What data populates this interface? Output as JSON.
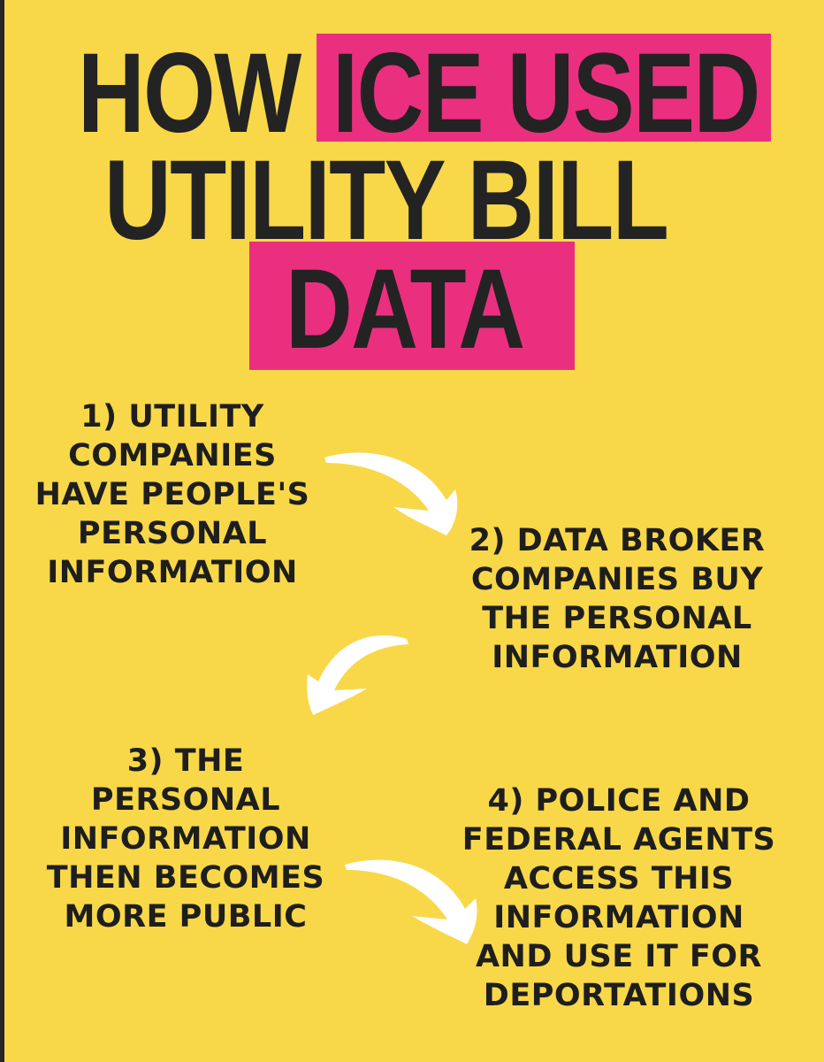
{
  "title": {
    "line1_plain": "HOW",
    "line1_highlight": "ICE USED",
    "line2": "UTILITY BILL",
    "line3_highlight": "DATA"
  },
  "steps": [
    {
      "number": "1)",
      "lines": [
        "1) UTILITY",
        "COMPANIES",
        "HAVE PEOPLE'S",
        "PERSONAL",
        "INFORMATION"
      ]
    },
    {
      "number": "2)",
      "lines": [
        "2) DATA BROKER",
        "COMPANIES BUY",
        "THE PERSONAL",
        "INFORMATION"
      ]
    },
    {
      "number": "3)",
      "lines": [
        "3) THE",
        "PERSONAL",
        "INFORMATION",
        "THEN BECOMES",
        "MORE PUBLIC"
      ]
    },
    {
      "number": "4)",
      "lines": [
        "4) POLICE AND",
        "FEDERAL AGENTS",
        "ACCESS THIS",
        "INFORMATION",
        "AND USE IT FOR",
        "DEPORTATIONS"
      ]
    }
  ],
  "icons": [
    "curved-arrow-down-right",
    "curved-arrow-down-left",
    "curved-arrow-down-right"
  ],
  "colors": {
    "background": "#f8d848",
    "highlight": "#eb2f7f",
    "text": "#232323",
    "arrows": "#ffffff",
    "left_border": "#262626"
  }
}
